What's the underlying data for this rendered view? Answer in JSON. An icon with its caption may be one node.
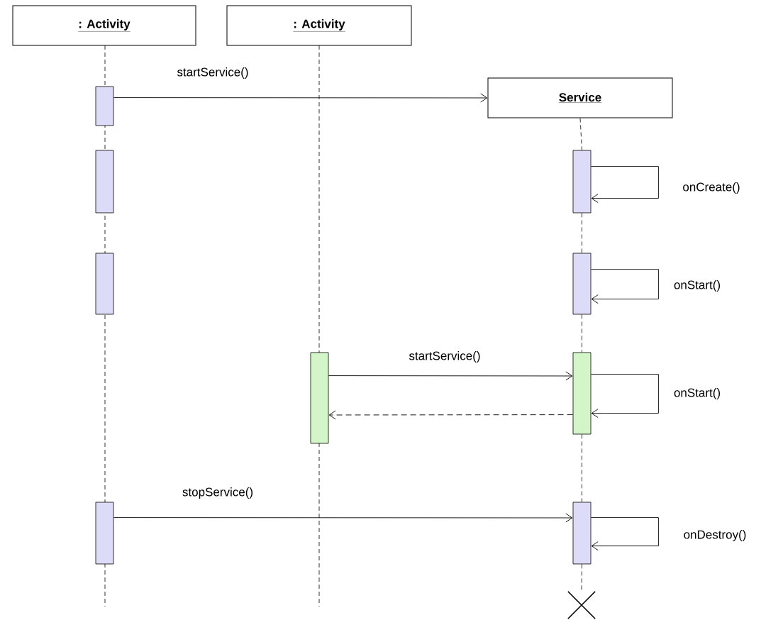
{
  "diagram": {
    "nodes": [
      {
        "text": [
          ": Activity"
        ]
      },
      {
        "text": [
          ": Activity"
        ]
      },
      {
        "text": [
          "Service"
        ]
      },
      {
        "text": [],
        "shape": "bar"
      },
      {
        "text": [],
        "shape": "bar"
      },
      {
        "text": [],
        "shape": "bar"
      },
      {
        "text": [],
        "shape": "bar"
      },
      {
        "text": [],
        "shape": "bar"
      },
      {
        "text": [],
        "shape": "bar"
      },
      {
        "text": [],
        "shape": "bar"
      },
      {
        "text": [],
        "shape": "bar"
      },
      {
        "text": [],
        "shape": "bar"
      },
      {
        "text": [],
        "shape": "cross"
      }
    ],
    "edges": [
      {
        "from": 3,
        "to": 2,
        "arrow": "to",
        "label": "startService()"
      },
      {
        "from": 8,
        "to": 8,
        "arrow": "to",
        "label": "onCreate()"
      },
      {
        "from": 9,
        "to": 9,
        "arrow": "to",
        "label": "onStart()"
      },
      {
        "from": 7,
        "to": 10,
        "arrow": "to",
        "label": "startService()"
      },
      {
        "from": 10,
        "to": 7,
        "arrow": "to",
        "style": "dashed"
      },
      {
        "from": 10,
        "to": 10,
        "arrow": "to",
        "label": "onStart()"
      },
      {
        "from": 6,
        "to": 11,
        "arrow": "to",
        "label": "stopService()"
      },
      {
        "from": 11,
        "to": 11,
        "arrow": "to",
        "label": "onDestroy()"
      },
      {
        "from": 2,
        "to": 8,
        "arrow": "none",
        "style": "dashed"
      },
      {
        "from": 8,
        "to": 9,
        "arrow": "none",
        "style": "dashed"
      },
      {
        "from": 9,
        "to": 10,
        "arrow": "none",
        "style": "dashed"
      },
      {
        "from": 10,
        "to": 11,
        "arrow": "none",
        "style": "dashed"
      },
      {
        "from": 11,
        "to": 12,
        "arrow": "none",
        "style": "dashed"
      }
    ]
  }
}
